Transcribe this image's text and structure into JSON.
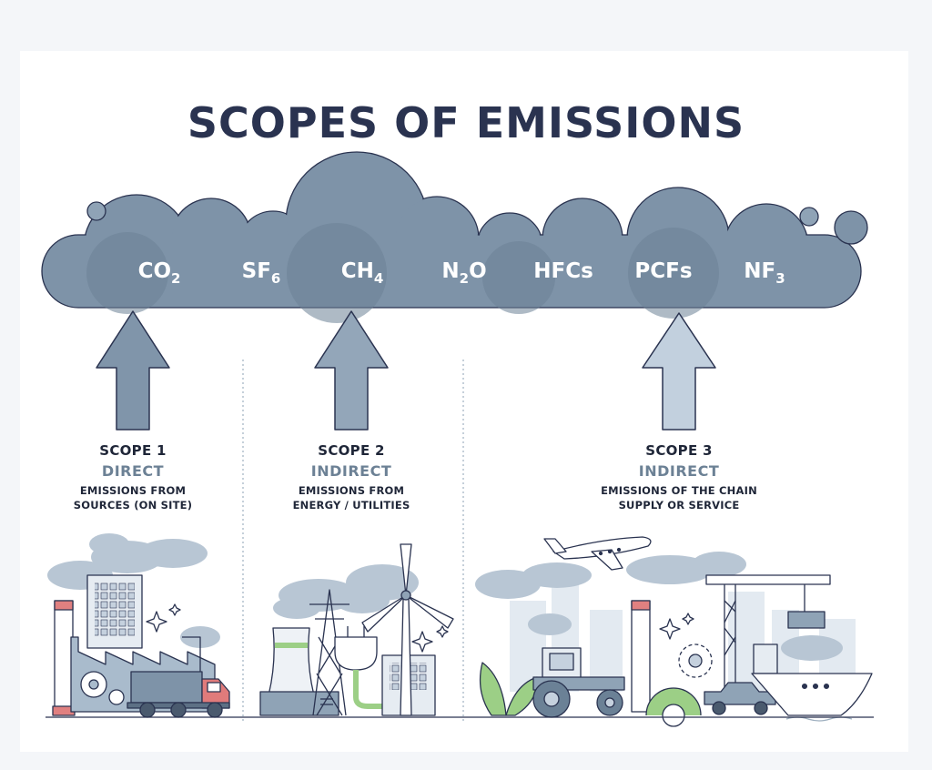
{
  "title": "SCOPES OF EMISSIONS",
  "gases": [
    {
      "base": "CO",
      "sub": "2"
    },
    {
      "base": "SF",
      "sub": "6"
    },
    {
      "base": "CH",
      "sub": "4"
    },
    {
      "base": "N",
      "sub": "2",
      "tail": "O"
    },
    {
      "base": "HFCs",
      "sub": ""
    },
    {
      "base": "PCFs",
      "sub": ""
    },
    {
      "base": "NF",
      "sub": "3"
    }
  ],
  "scopes": [
    {
      "number": "SCOPE 1",
      "kind": "DIRECT",
      "desc_line1": "EMISSIONS FROM",
      "desc_line2": "SOURCES (ON SITE)"
    },
    {
      "number": "SCOPE 2",
      "kind": "INDIRECT",
      "desc_line1": "EMISSIONS FROM",
      "desc_line2": "ENERGY / UTILITIES"
    },
    {
      "number": "SCOPE 3",
      "kind": "INDIRECT",
      "desc_line1": "EMISSIONS OF THE CHAIN",
      "desc_line2": "SUPPLY OR SERVICE"
    }
  ],
  "icons": [
    "factory-icon",
    "truck-icon",
    "power-plant-icon",
    "transmission-tower-icon",
    "power-plug-icon",
    "wind-turbine-icon",
    "airplane-icon",
    "tractor-icon",
    "crane-icon",
    "car-icon",
    "ship-icon",
    "gear-icon",
    "plant-icon"
  ],
  "colors": {
    "title": "#2a3350",
    "cloud": "#7e93a8",
    "cloud_dark": "#6b8196",
    "arrow_scope1": "#8095aa",
    "arrow_scope2": "#93a6b9",
    "arrow_scope3": "#c2d0de",
    "accent_text": "#6c8195"
  }
}
